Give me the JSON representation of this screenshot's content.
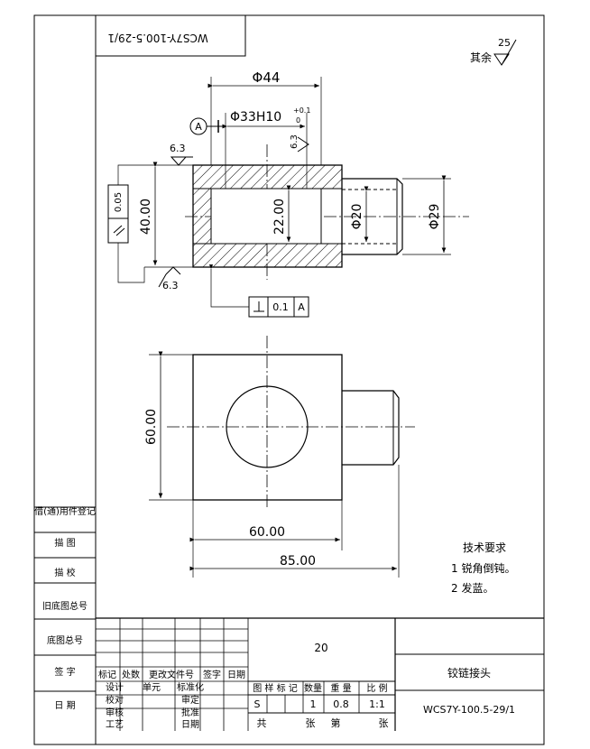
{
  "title_stamp": "WCS7Y-100.5-29/1",
  "roughness_default": {
    "label": "其余",
    "value": "25"
  },
  "top_view": {
    "dim_outer_dia": "Φ44",
    "dim_bore": "Φ33H10",
    "dim_bore_tol_upper": "+0.1",
    "dim_bore_tol_lower": "0",
    "datum_label": "A",
    "roughness_top": "6.3",
    "roughness_bore": "6.3",
    "roughness_bottom": "6.3",
    "dim_height": "40.00",
    "parallel_tol": "0.05",
    "dim_bore_depth": "22.00",
    "dim_shaft_dia": "Φ20",
    "dim_flange_dia": "Φ29",
    "perp_tol": "0.1",
    "perp_datum": "A"
  },
  "front_view": {
    "dim_height": "60.00",
    "dim_width": "60.00",
    "dim_total_length": "85.00"
  },
  "technical_requirements": {
    "heading": "技术要求",
    "items": [
      "1 锐角倒钝。",
      "2 发蓝。"
    ]
  },
  "left_strip": {
    "labels": [
      "借(通)用件登记",
      "描 图",
      "描 校",
      "旧底图总号",
      "底图总号",
      "签 字",
      "日 期"
    ]
  },
  "title_block": {
    "quantity_cell": "20",
    "part_name": "铰链接头",
    "drawing_number": "WCS7Y-100.5-29/1",
    "rev_headers": [
      "标记",
      "处数",
      "更改文件号",
      "签字",
      "日期"
    ],
    "role_labels_left": [
      "设计",
      "校对",
      "审核",
      "工艺"
    ],
    "role_labels_mid": [
      "标准化",
      "审定",
      "批准",
      "日期"
    ],
    "role_extra": "单元",
    "stage_headers": [
      "图 样 标 记",
      "数量",
      "重 量",
      "比 例"
    ],
    "stage_mark": "S",
    "quantity": "1",
    "weight": "0.8",
    "scale": "1:1",
    "sheet_total_label": "共",
    "sheet_unit_label": "张",
    "sheet_no_label": "第",
    "sheet_no_unit": "张"
  }
}
